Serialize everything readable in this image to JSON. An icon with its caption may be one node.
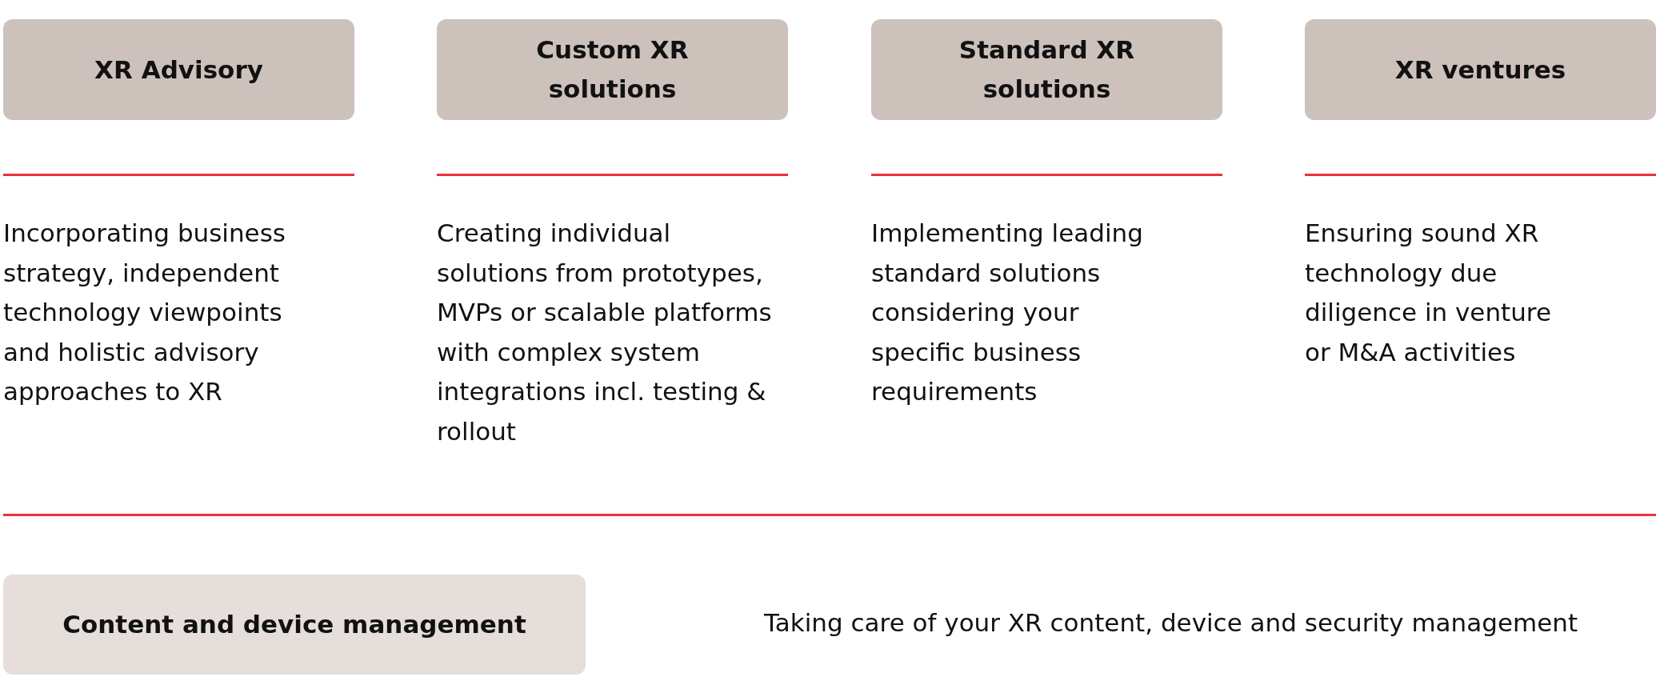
{
  "diagram": {
    "nodes": [
      {
        "text": [
          "XR Advisory"
        ]
      },
      {
        "text": [
          "Custom XR solutions"
        ]
      },
      {
        "text": [
          "Standard XR solutions"
        ]
      },
      {
        "text": [
          "XR ventures"
        ]
      },
      {
        "text": [
          "Content and device management"
        ]
      }
    ],
    "labels": [
      "Incorporating business strategy, independent technology viewpoints and holistic advisory approaches to XR",
      "Creating individual solutions from prototypes, MVPs or scalable platforms with complex system integrations incl. testing & rollout",
      "Implementing leading standard solutions considering your specific business requirements",
      "Ensuring sound XR technology due diligence in venture or M&A activities",
      "Taking care of your XR content, device and security management"
    ]
  }
}
